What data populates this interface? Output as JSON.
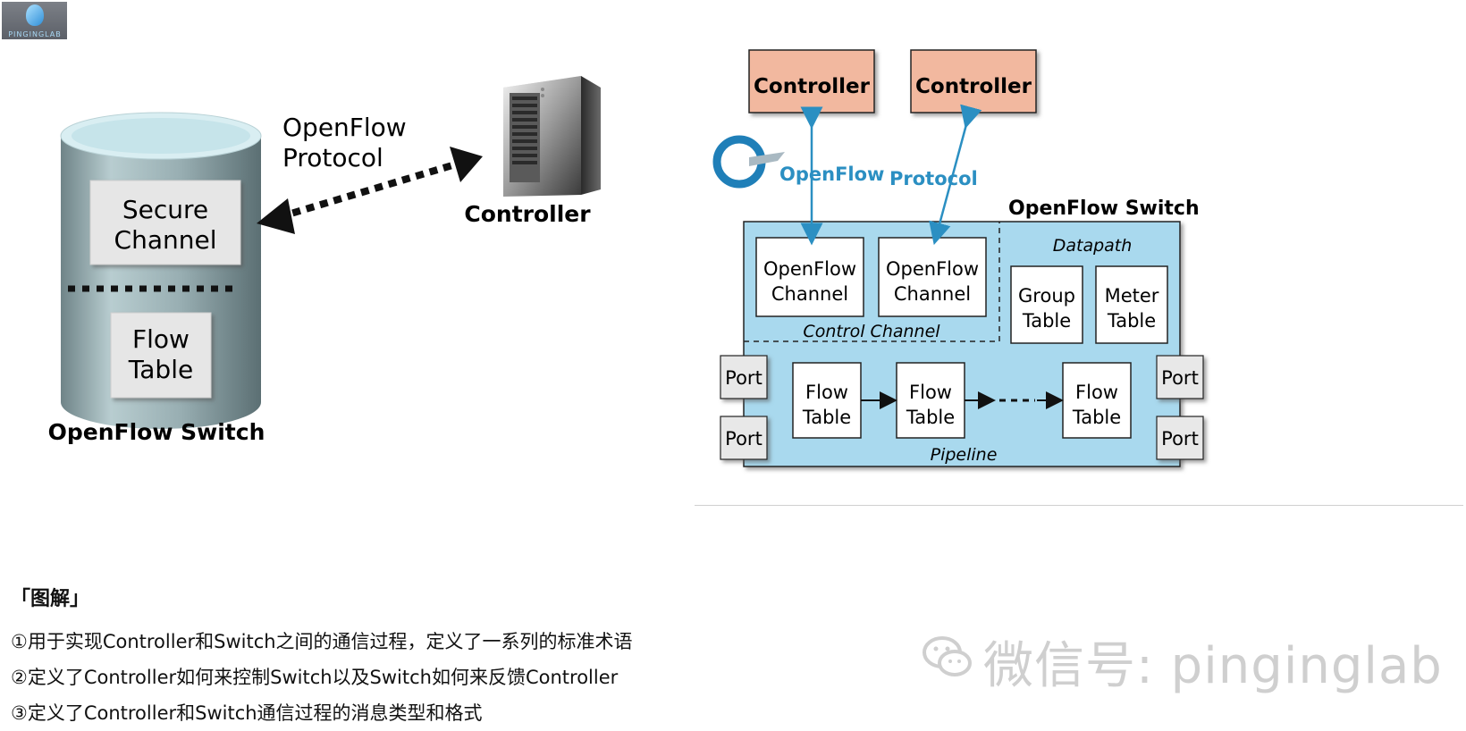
{
  "logo": {
    "text": "PINGINGLAB"
  },
  "left_diagram": {
    "secure_channel": [
      "Secure",
      "Channel"
    ],
    "flow_table": [
      "Flow",
      "Table"
    ],
    "switch_label": "OpenFlow Switch",
    "protocol_label": [
      "OpenFlow",
      "Protocol"
    ],
    "controller_label": "Controller"
  },
  "right_diagram": {
    "controller_1": "Controller",
    "controller_2": "Controller",
    "openflow_logo_text": "OpenFlow",
    "protocol_text": "Protocol",
    "switch_title": "OpenFlow Switch",
    "datapath_label": "Datapath",
    "control_channel_label": "Control Channel",
    "openflow_channel_1": [
      "OpenFlow",
      "Channel"
    ],
    "openflow_channel_2": [
      "OpenFlow",
      "Channel"
    ],
    "group_table": [
      "Group",
      "Table"
    ],
    "meter_table": [
      "Meter",
      "Table"
    ],
    "flow_table_1": [
      "Flow",
      "Table"
    ],
    "flow_table_2": [
      "Flow",
      "Table"
    ],
    "flow_table_3": [
      "Flow",
      "Table"
    ],
    "pipeline_label": "Pipeline",
    "port_label": "Port"
  },
  "caption": {
    "title": "「图解」",
    "lines": [
      "①用于实现Controller和Switch之间的通信过程，定义了一系列的标准术语",
      "②定义了Controller如何来控制Switch以及Switch如何来反馈Controller",
      "③定义了Controller和Switch通信过程的消息类型和格式"
    ]
  },
  "watermark": {
    "text": "微信号: pinginglab"
  },
  "colors": {
    "controller_fill": "#f2b89f",
    "switch_fill": "#a9d9ee",
    "arrow_blue": "#2b8fc2",
    "cylinder_top": "#cfe9ee",
    "cylinder_body": "#8fa7ab"
  }
}
